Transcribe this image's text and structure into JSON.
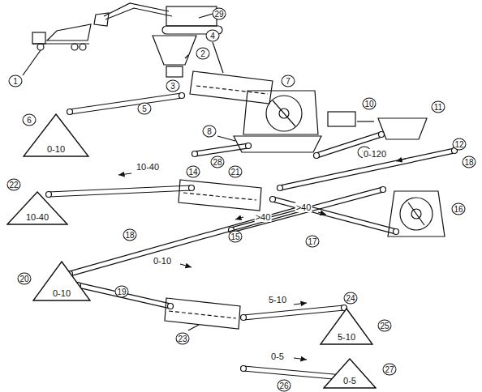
{
  "diagram": {
    "nodes": [
      {
        "text": [
          "0-10"
        ]
      },
      {
        "text": [
          "10-40"
        ]
      },
      {
        "text": [
          "0-10"
        ]
      },
      {
        "text": [
          "5-10"
        ]
      },
      {
        "text": [
          "0-5"
        ]
      }
    ],
    "labels": [
      "29",
      "1",
      "2",
      "3",
      "4",
      "5",
      "6",
      "7",
      "8",
      "9",
      "10",
      "11",
      "12",
      "28",
      "14",
      "21",
      "18",
      "15",
      "17",
      "16",
      "22",
      "18",
      "20",
      "19",
      "23",
      "24",
      "25",
      "26",
      "27",
      "0-120",
      "10-40",
      ">40",
      ">40",
      "0-10",
      "5-10",
      "0-5"
    ]
  }
}
